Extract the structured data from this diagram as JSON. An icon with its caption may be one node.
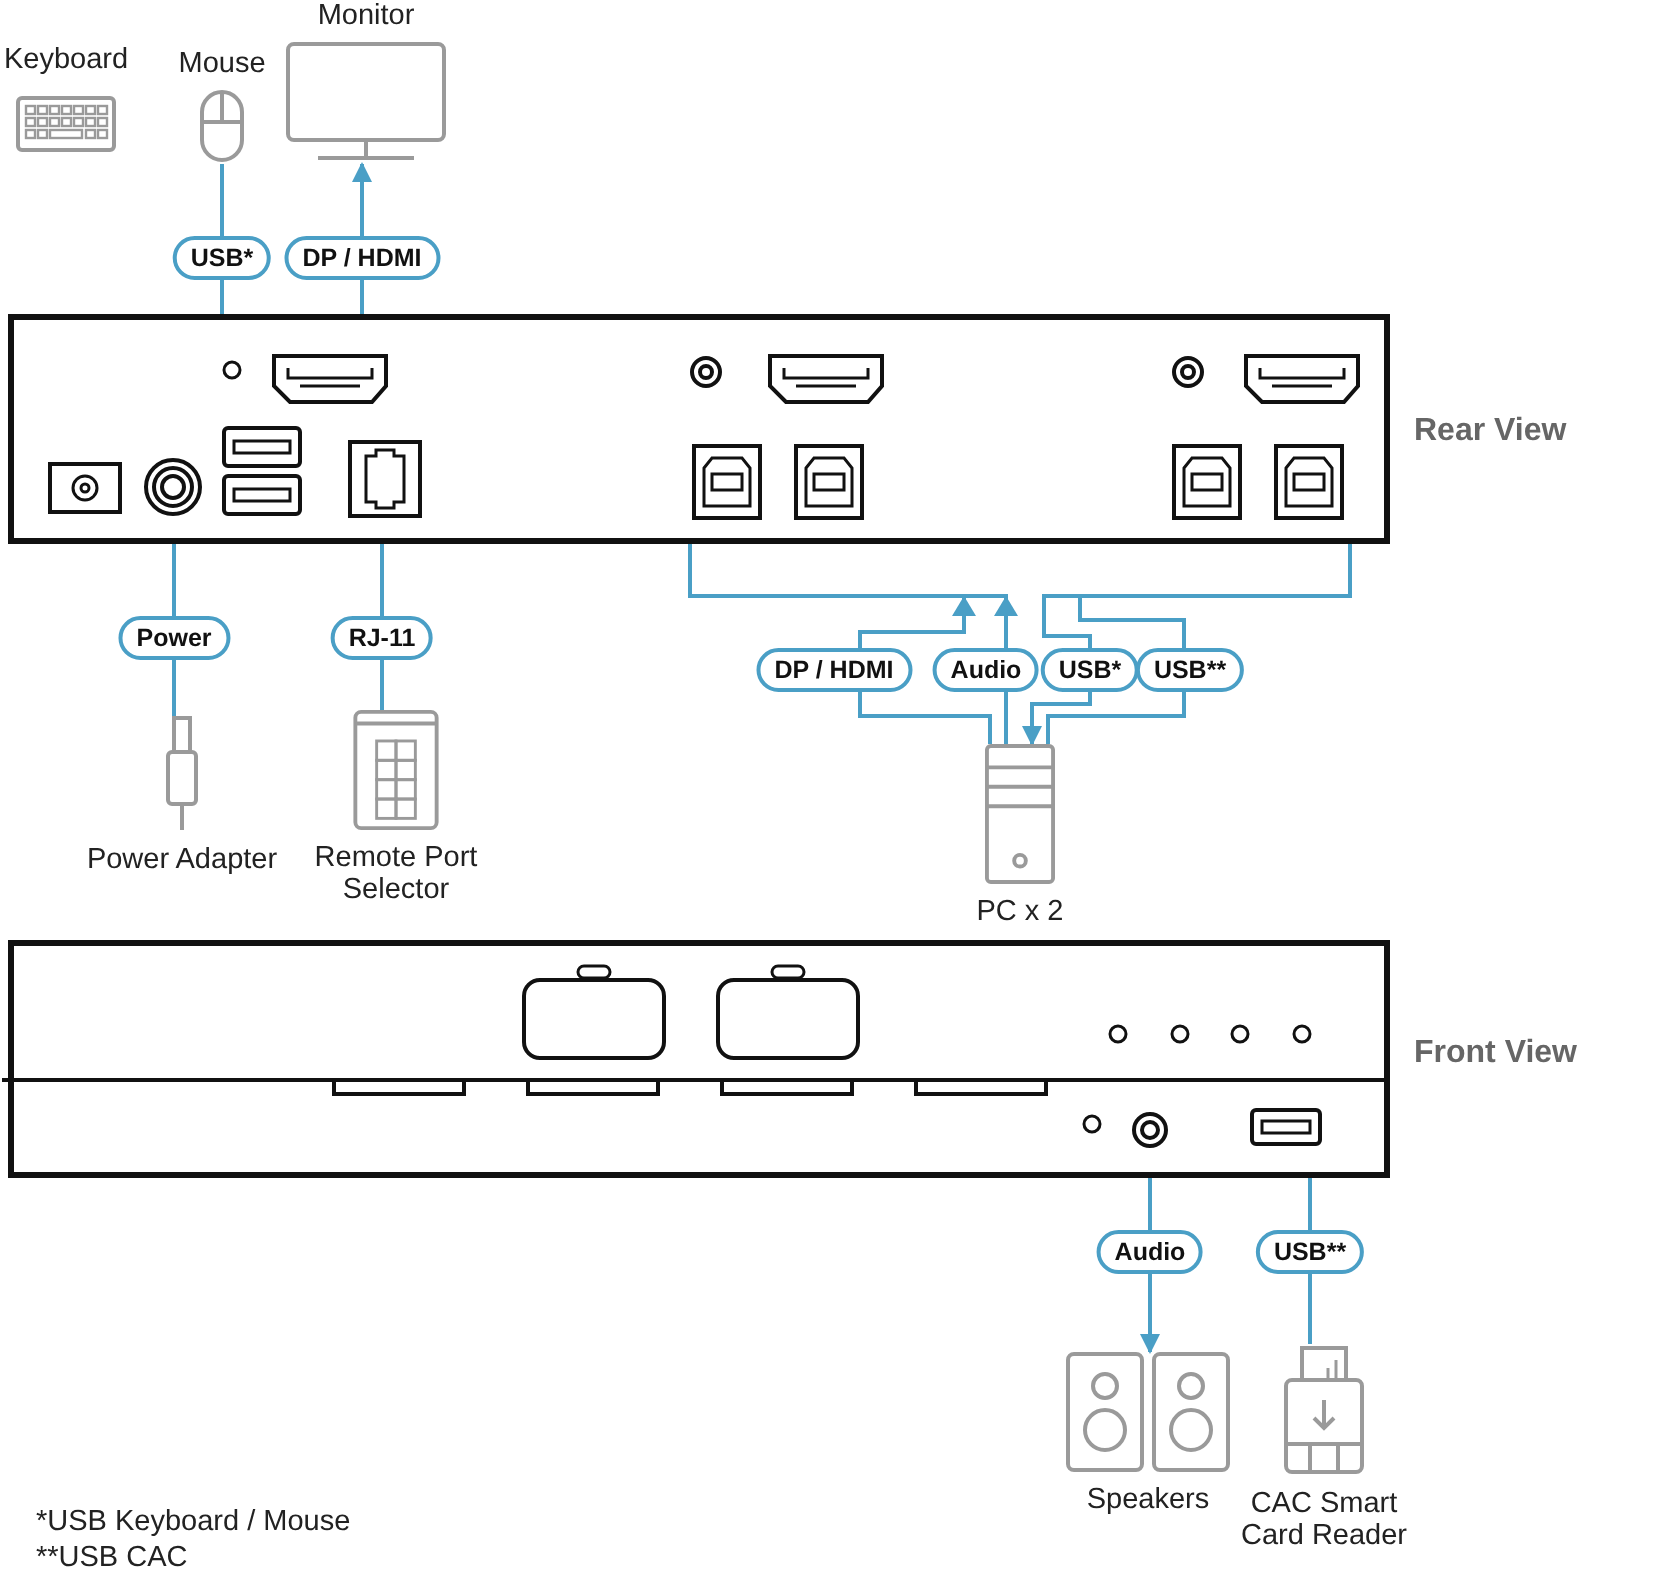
{
  "diagram": {
    "nodes": [
      {
        "text": [
          "Keyboard"
        ]
      },
      {
        "text": [
          "Mouse"
        ]
      },
      {
        "text": [
          "Monitor"
        ]
      },
      {
        "text": [
          "Rear View"
        ]
      },
      {
        "text": [],
        "shape": "box",
        "in": 3
      },
      {
        "text": [],
        "shape": "circle",
        "in": 3
      },
      {
        "text": [],
        "shape": "box",
        "in": 3
      },
      {
        "text": [],
        "shape": "circle",
        "in": 3
      },
      {
        "text": [],
        "shape": "box",
        "in": 3
      },
      {
        "text": [],
        "shape": "box",
        "in": 3
      },
      {
        "text": [],
        "shape": "circle",
        "in": 3
      },
      {
        "text": [],
        "shape": "box",
        "in": 3
      },
      {
        "text": [],
        "shape": "box",
        "in": 3
      },
      {
        "text": [],
        "shape": "box",
        "in": 3
      },
      {
        "text": [],
        "shape": "box",
        "in": 3
      },
      {
        "text": [],
        "shape": "box",
        "in": 3
      },
      {
        "text": [],
        "shape": "box",
        "in": 3
      },
      {
        "text": [],
        "shape": "box",
        "in": 3
      },
      {
        "text": [
          "Power Adapter"
        ]
      },
      {
        "text": [
          "Remote Port Selector"
        ]
      },
      {
        "text": [
          "PC x 2"
        ]
      },
      {
        "text": [
          "Front View"
        ]
      },
      {
        "text": [],
        "shape": "circle",
        "in": 21
      },
      {
        "text": [],
        "shape": "box",
        "in": 21
      },
      {
        "text": [
          "Speakers"
        ]
      },
      {
        "text": [
          "CAC Smart Card Reader"
        ]
      }
    ],
    "edges": [
      {
        "from": 1,
        "to": 11,
        "arrow": "to",
        "label": "USB*"
      },
      {
        "from": 4,
        "to": 2,
        "arrow": "to",
        "label": "DP / HDMI"
      },
      {
        "from": 10,
        "to": 18,
        "arrow": "none",
        "label": "Power"
      },
      {
        "from": 13,
        "to": 19,
        "arrow": "none",
        "label": "RJ-11"
      },
      {
        "from": 20,
        "to": 3,
        "arrow": "to",
        "label": "DP / HDMI"
      },
      {
        "from": 20,
        "to": 3,
        "arrow": "to",
        "label": "Audio"
      },
      {
        "from": 3,
        "to": 20,
        "arrow": "to",
        "label": "USB*"
      },
      {
        "from": 3,
        "to": 20,
        "arrow": "none",
        "label": "USB**"
      },
      {
        "from": 22,
        "to": 24,
        "arrow": "to",
        "label": "Audio"
      },
      {
        "from": 23,
        "to": 25,
        "arrow": "none",
        "label": "USB**"
      }
    ],
    "labels": [
      "*USB Keyboard / Mouse",
      "**USB CAC"
    ]
  }
}
